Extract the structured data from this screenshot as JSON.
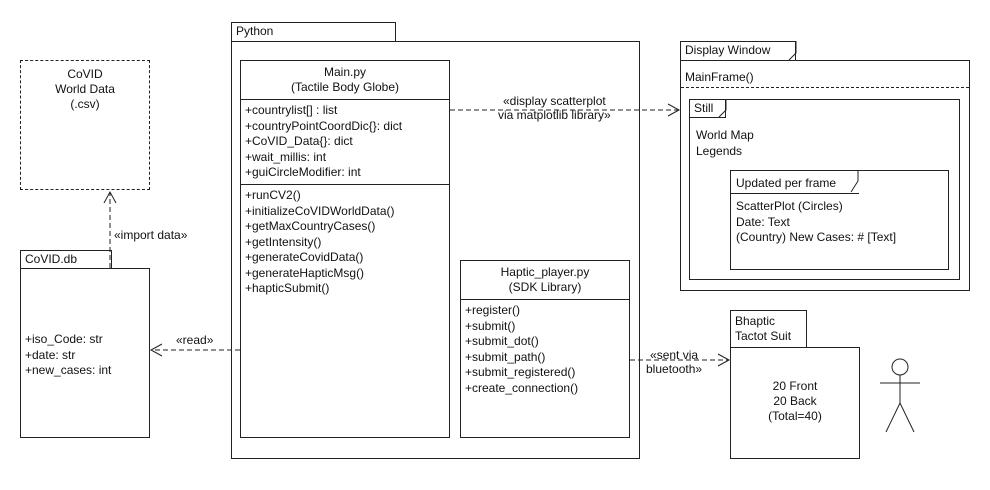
{
  "csv": {
    "lines": [
      "CoVID",
      "World Data",
      "(.csv)"
    ]
  },
  "import_label": "«import data»",
  "db": {
    "name": "CoVID.db",
    "attributes": [
      "+iso_Code: str",
      "+date: str",
      "+new_cases: int"
    ]
  },
  "read_label": "«read»",
  "python": {
    "label": "Python",
    "main": {
      "title": "Main.py",
      "subtitle": "(Tactile Body Globe)",
      "attributes": [
        "+countrylist[] : list",
        "+countryPointCoordDic{}: dict",
        "+CoVID_Data{}: dict",
        "+wait_millis: int",
        "+guiCircleModifier: int"
      ],
      "methods": [
        "+runCV2()",
        "+initializeCoVIDWorldData()",
        "+getMaxCountryCases()",
        "+getIntensity()",
        "+generateCovidData()",
        "+generateHapticMsg()",
        "+hapticSubmit()"
      ]
    },
    "haptic": {
      "title": "Haptic_player.py",
      "subtitle": "(SDK Library)",
      "methods": [
        "+register()",
        "+submit()",
        "+submit_dot()",
        "+submit_path()",
        "+submit_registered()",
        "+create_connection()"
      ]
    }
  },
  "display_label": [
    "«display scatterplot",
    "via matplotlib library»"
  ],
  "display_window": {
    "label": "Display Window",
    "mainframe": "MainFrame()",
    "still": {
      "label": "Still",
      "items": [
        "World Map",
        "Legends"
      ],
      "updated": {
        "label": "Updated per frame",
        "items": [
          "ScatterPlot (Circles)",
          "Date: Text",
          "(Country) New Cases: # [Text]"
        ]
      }
    }
  },
  "sent_label": [
    "«sent via",
    "bluetooth»"
  ],
  "suit": {
    "label": [
      "Bhaptic",
      "Tactot Suit"
    ],
    "lines": [
      "20 Front",
      "20 Back",
      "(Total=40)"
    ]
  },
  "actor_icon": "stick-figure-icon"
}
